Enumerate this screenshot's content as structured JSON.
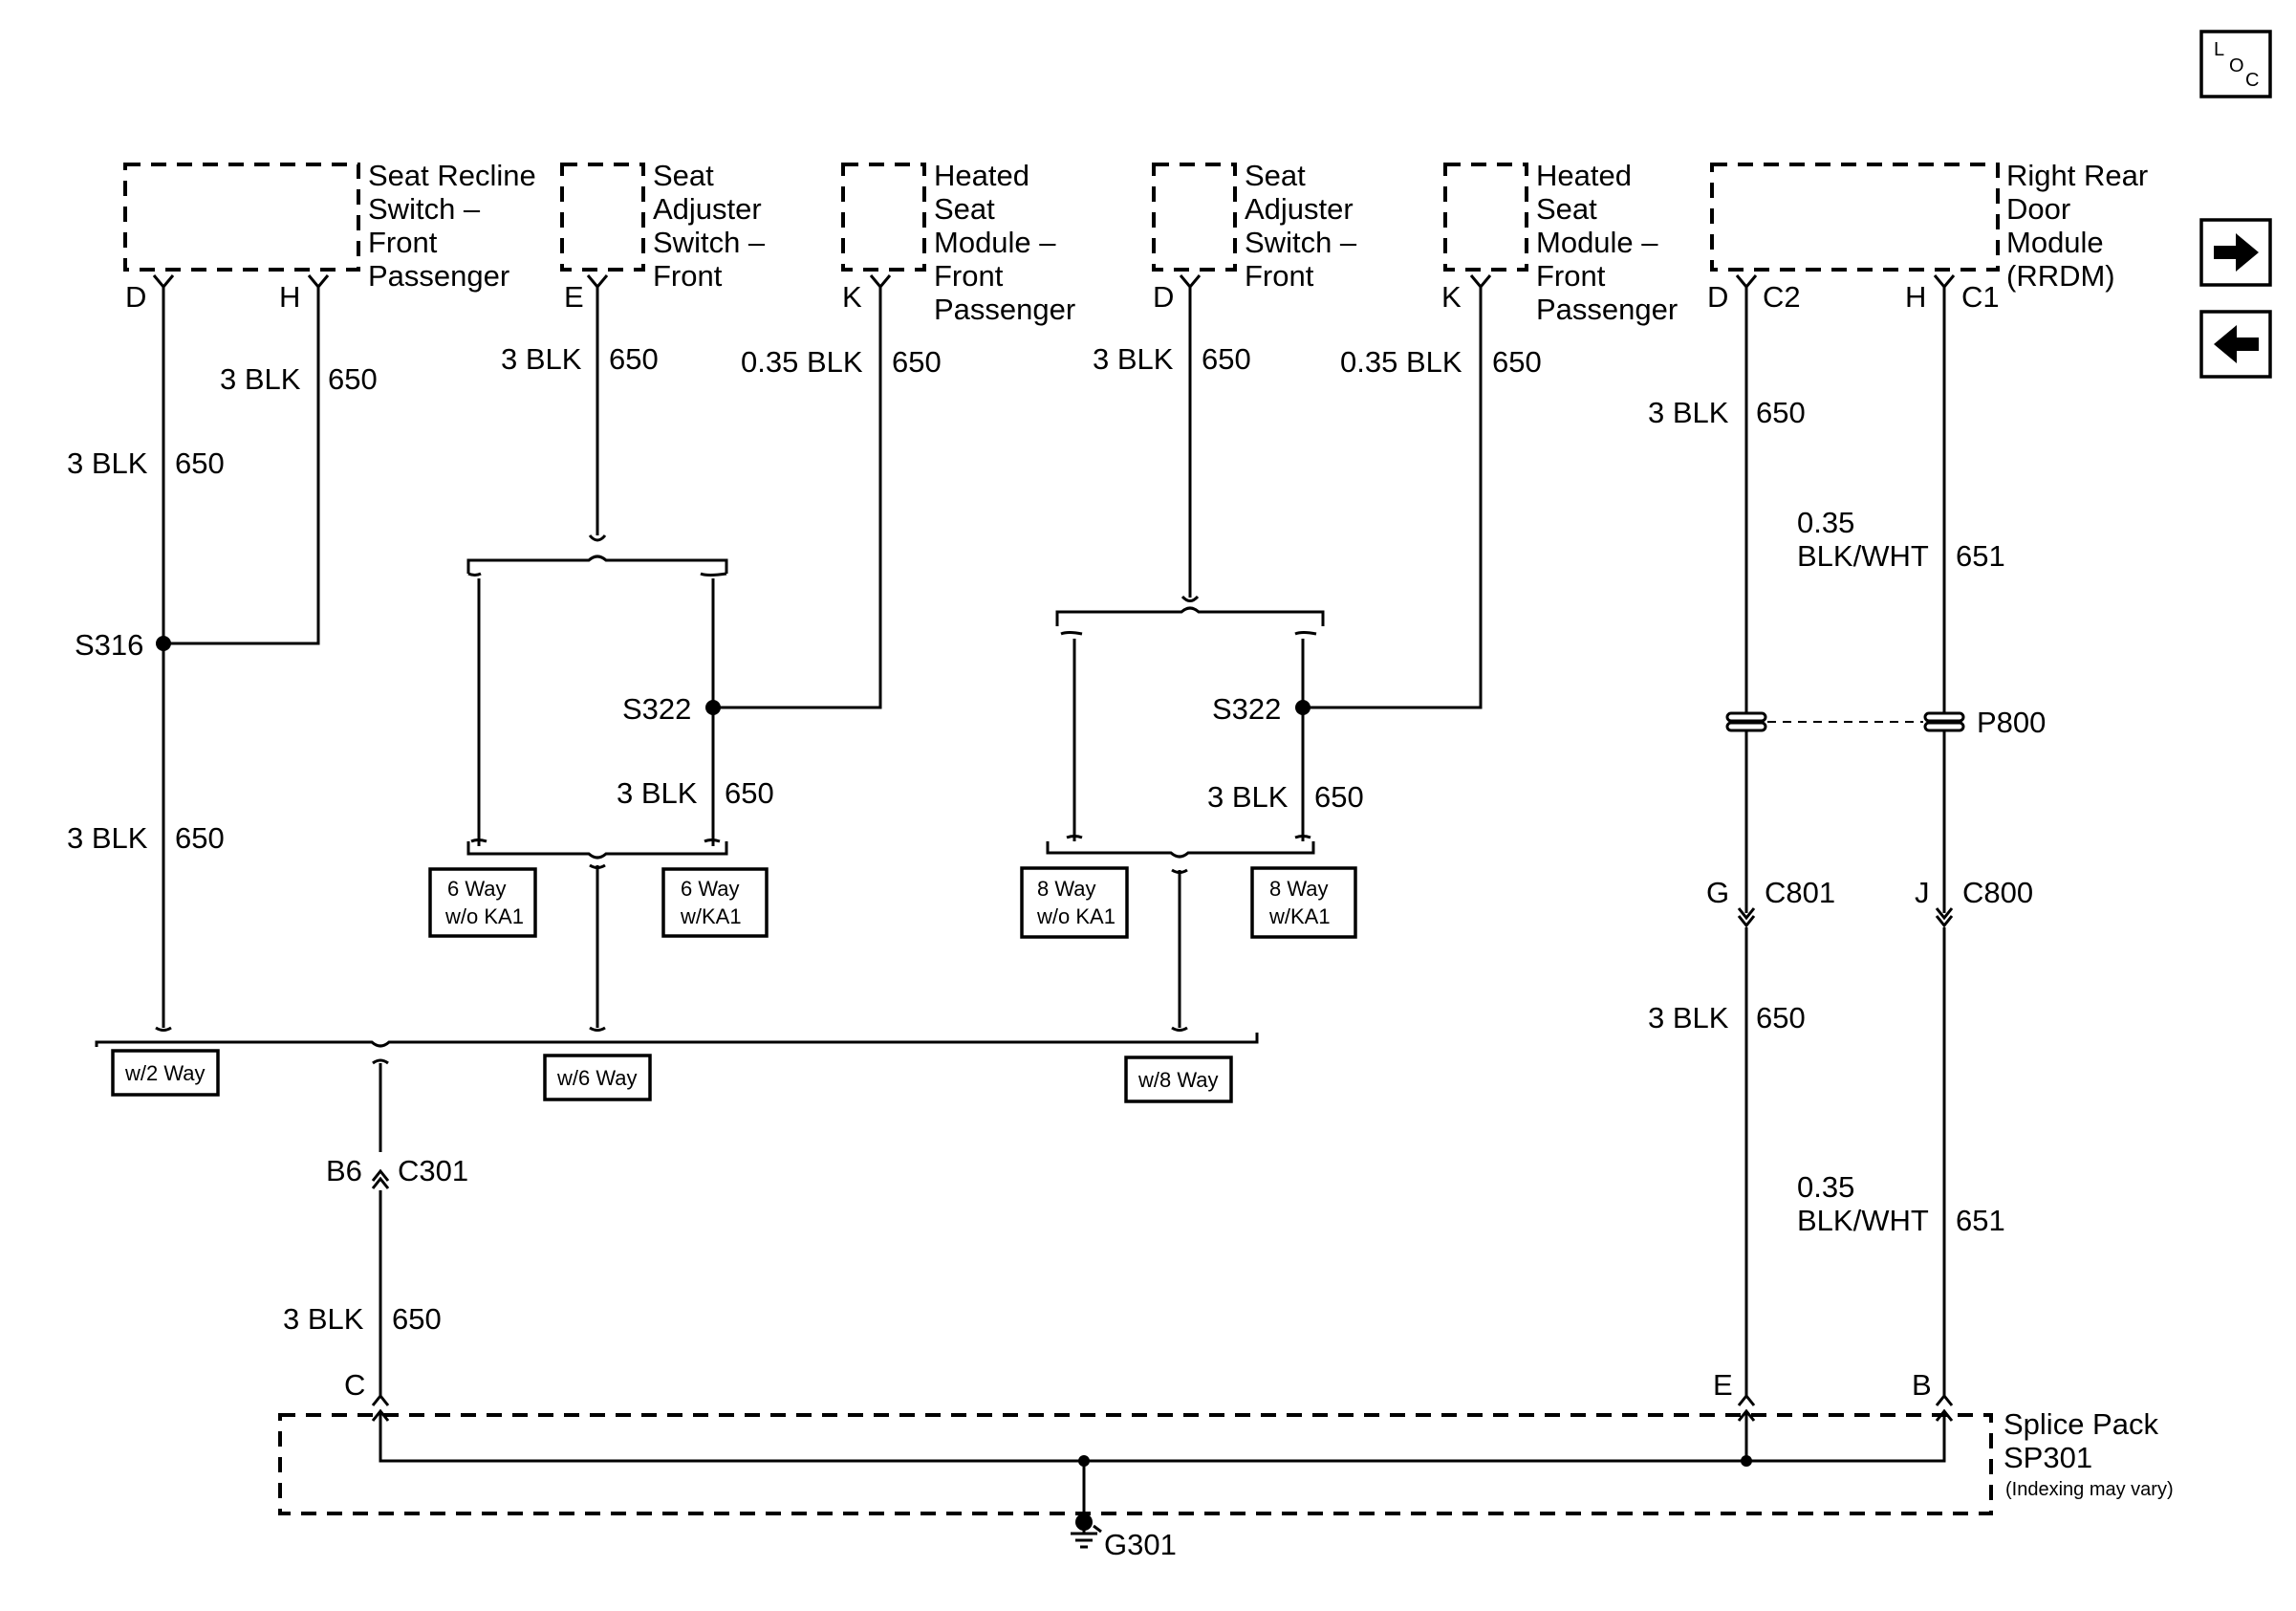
{
  "loc_icon": {
    "top": "L",
    "mid": "O",
    "bot": "C"
  },
  "nav": {
    "forward_icon": "arrow-right-icon",
    "back_icon": "arrow-left-icon"
  },
  "components": {
    "recline": [
      "Seat Recline",
      "Switch –",
      "Front",
      "Passenger"
    ],
    "adj1": [
      "Seat",
      "Adjuster",
      "Switch –",
      "Front"
    ],
    "heat1": [
      "Heated",
      "Seat",
      "Module –",
      "Front",
      "Passenger"
    ],
    "adj2": [
      "Seat",
      "Adjuster",
      "Switch –",
      "Front"
    ],
    "heat2": [
      "Heated",
      "Seat",
      "Module –",
      "Front",
      "Passenger"
    ],
    "rrdm": [
      "Right Rear",
      "Door",
      "Module",
      "(RRDM)"
    ]
  },
  "pins": {
    "recline_d": "D",
    "recline_h": "H",
    "adj1_e": "E",
    "heat1_k": "K",
    "adj2_d": "D",
    "heat2_k": "K",
    "rrdm_d": "D",
    "rrdm_c2": "C2",
    "rrdm_h": "H",
    "rrdm_c1": "C1"
  },
  "wires": {
    "recline_h_size": "3 BLK",
    "recline_h_circ": "650",
    "recline_d_size": "3 BLK",
    "recline_d_circ": "650",
    "s316_down_size": "3 BLK",
    "s316_down_circ": "650",
    "adj1_size": "3 BLK",
    "adj1_circ": "650",
    "heat1_size": "0.35 BLK",
    "heat1_circ": "650",
    "s322a_down_size": "3 BLK",
    "s322a_down_circ": "650",
    "adj2_size": "3 BLK",
    "adj2_circ": "650",
    "heat2_size": "0.35 BLK",
    "heat2_circ": "650",
    "s322b_down_size": "3 BLK",
    "s322b_down_circ": "650",
    "rrdm_d_size": "3 BLK",
    "rrdm_d_circ": "650",
    "rrdm_h_size1": "0.35",
    "rrdm_h_size2": "BLK/WHT",
    "rrdm_h_circ": "651",
    "c801_down_size": "3 BLK",
    "c801_down_circ": "650",
    "c800_down_size1": "0.35",
    "c800_down_size2": "BLK/WHT",
    "c800_down_circ": "651",
    "c301_down_size": "3 BLK",
    "c301_down_circ": "650"
  },
  "splices": {
    "s316": "S316",
    "s322a": "S322",
    "s322b": "S322"
  },
  "option_boxes": {
    "six_wo": [
      "6 Way",
      "w/o KA1"
    ],
    "six_w": [
      "6 Way",
      "w/KA1"
    ],
    "eight_wo": [
      "8 Way",
      "w/o KA1"
    ],
    "eight_w": [
      "8 Way",
      "w/KA1"
    ],
    "two_way": "w/2 Way",
    "six_way": "w/6 Way",
    "eight_way": "w/8 Way"
  },
  "connectors": {
    "p800": "P800",
    "c801_pin": "G",
    "c801": "C801",
    "c800_pin": "J",
    "c800": "C800",
    "c301_pin": "B6",
    "c301": "C301"
  },
  "splice_pack": {
    "pin_c": "C",
    "pin_e": "E",
    "pin_b": "B",
    "name1": "Splice Pack",
    "name2": "SP301",
    "note": "(Indexing may vary)"
  },
  "ground": {
    "label": "G301"
  }
}
